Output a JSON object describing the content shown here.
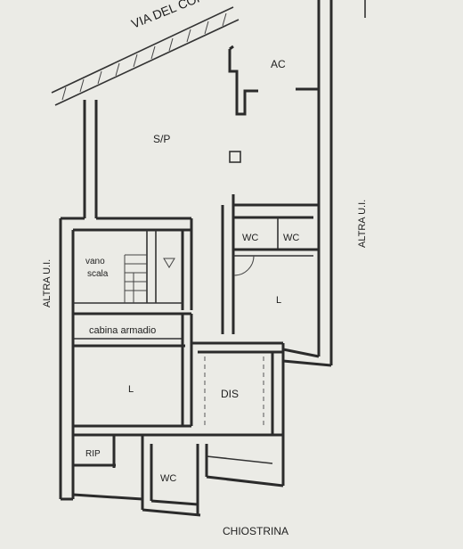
{
  "plan": {
    "street_label": "VIA DEL CORS",
    "left_neighbor_label": "ALTRA U.I.",
    "right_neighbor_label": "ALTRA U.I.",
    "courtyard_label": "CHIOSTRINA",
    "rooms": {
      "ac": "AC",
      "sp": "S/P",
      "wc_upper_left": "WC",
      "wc_upper_right": "WC",
      "room_right": "L",
      "stair_line1": "vano",
      "stair_line2": "scala",
      "closet": "cabina armadio",
      "room_left": "L",
      "dis": "DIS",
      "rip": "RIP",
      "wc_bottom": "WC"
    }
  }
}
